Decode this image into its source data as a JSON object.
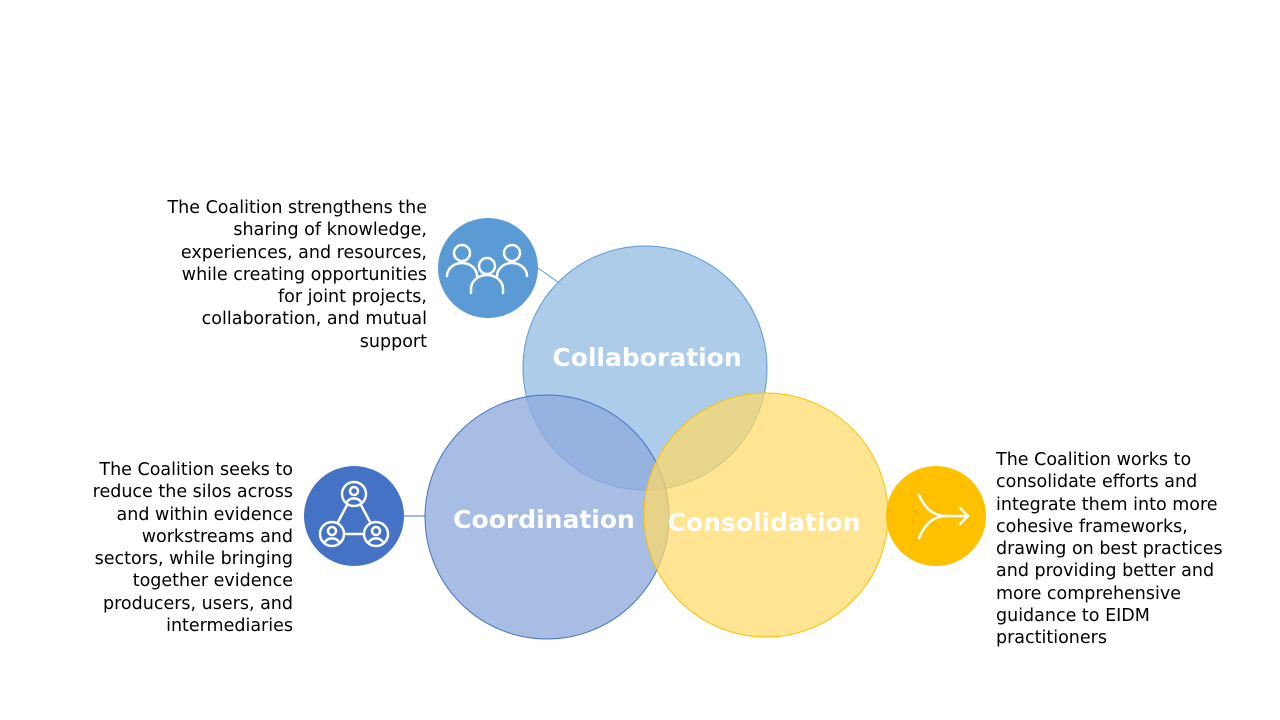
{
  "circles": {
    "collaboration": {
      "label": "Collaboration",
      "color": "#9dc3e6"
    },
    "coordination": {
      "label": "Coordination",
      "color": "#8faadc"
    },
    "consolidation": {
      "label": "Consolidation",
      "color": "#ffd966"
    }
  },
  "icons": {
    "collaboration": {
      "name": "group-people-icon",
      "color": "#5b9bd5"
    },
    "coordination": {
      "name": "network-people-icon",
      "color": "#4472c4"
    },
    "consolidation": {
      "name": "merge-arrow-icon",
      "color": "#ffc000"
    }
  },
  "descriptions": {
    "collaboration": "The Coalition strengthens the\nsharing of knowledge,\nexperiences, and resources,\nwhile creating opportunities\nfor joint projects,\ncollaboration, and mutual\nsupport",
    "coordination": "The Coalition seeks to\nreduce the silos across\nand within evidence\nworkstreams and\nsectors, while bringing\ntogether evidence\nproducers, users, and\nintermediaries",
    "consolidation": "The Coalition works to\nconsolidate efforts and\nintegrate them into more\ncohesive frameworks,\ndrawing on best practices\nand providing better and\nmore comprehensive\nguidance to EIDM\npractitioners"
  }
}
